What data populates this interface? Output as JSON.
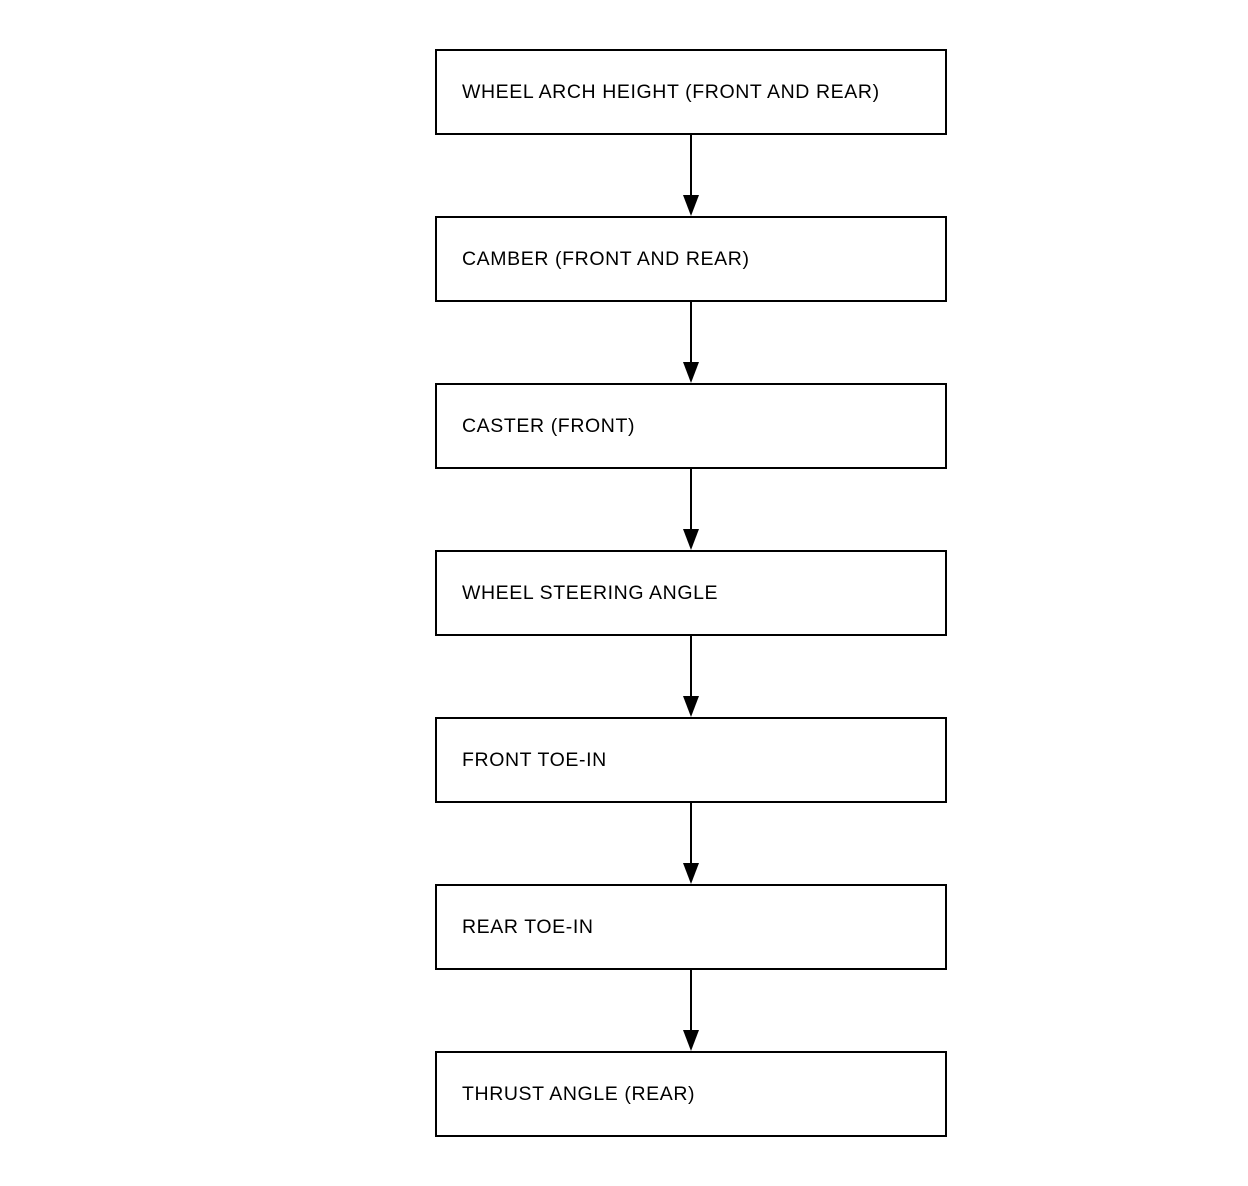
{
  "diagram": {
    "type": "flowchart",
    "direction": "top-to-bottom",
    "nodes": [
      {
        "label": "WHEEL ARCH HEIGHT (FRONT AND REAR)"
      },
      {
        "label": "CAMBER (FRONT AND REAR)"
      },
      {
        "label": "CASTER (FRONT)"
      },
      {
        "label": "WHEEL STEERING ANGLE"
      },
      {
        "label": "FRONT TOE-IN"
      },
      {
        "label": "REAR TOE-IN"
      },
      {
        "label": "THRUST ANGLE (REAR)"
      }
    ],
    "connector_style": "solid-line-with-filled-triangle-arrowhead",
    "colors": {
      "background": "#ffffff",
      "box_fill": "#ffffff",
      "box_border": "#000000",
      "text": "#000000",
      "arrow": "#000000"
    }
  }
}
